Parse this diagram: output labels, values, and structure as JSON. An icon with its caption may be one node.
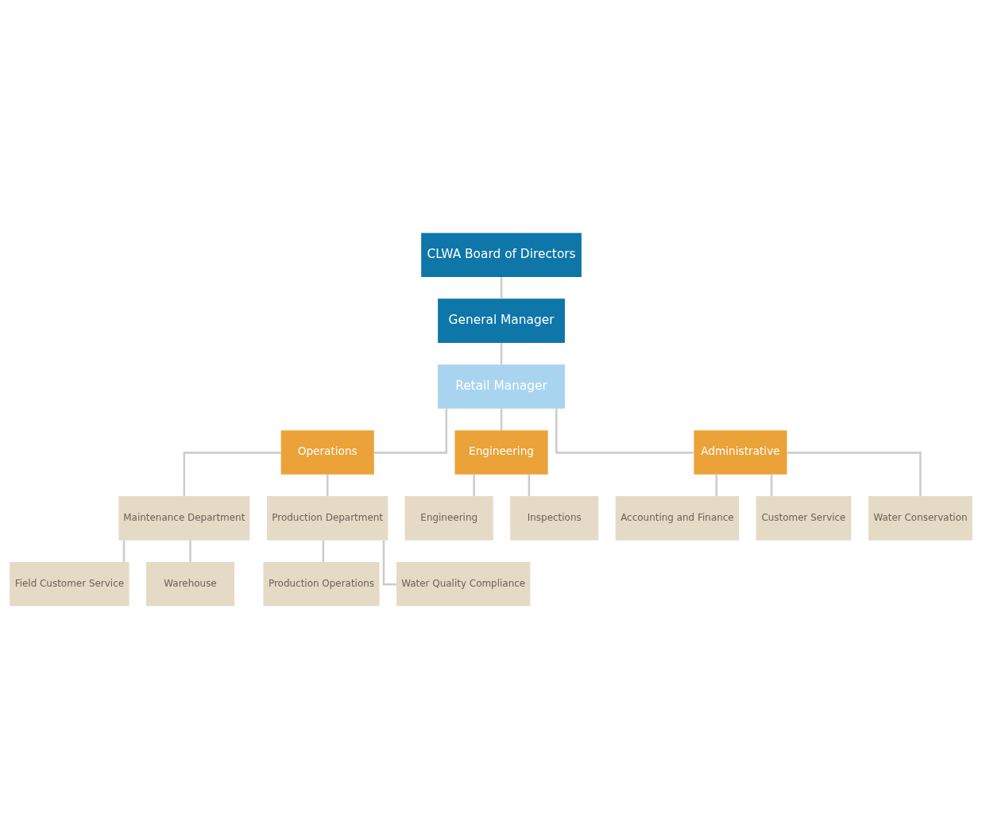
{
  "diagram": {
    "nodes": [
      {
        "text": [
          "CLWA Board of Directors"
        ]
      },
      {
        "text": [
          "General Manager"
        ]
      },
      {
        "text": [
          "Retail Manager"
        ]
      },
      {
        "text": [
          "Operations"
        ]
      },
      {
        "text": [
          "Engineering"
        ]
      },
      {
        "text": [
          "Administrative"
        ]
      },
      {
        "text": [
          "Maintenance Department"
        ]
      },
      {
        "text": [
          "Production Department"
        ]
      },
      {
        "text": [
          "Engineering"
        ]
      },
      {
        "text": [
          "Accounting and Finance"
        ]
      },
      {
        "text": [
          "Field Customer Service"
        ]
      },
      {
        "text": [
          "Production Operations"
        ]
      },
      {
        "text": [
          "Inspections"
        ]
      },
      {
        "text": [
          "Customer Service"
        ]
      },
      {
        "text": [
          "Warehouse"
        ]
      },
      {
        "text": [
          "Water Quality Compliance"
        ]
      },
      {
        "text": [
          "Water Conservation"
        ]
      }
    ],
    "edges": [
      {
        "from": 0,
        "to": 1,
        "arrow": "none"
      },
      {
        "from": 1,
        "to": 2,
        "arrow": "none"
      },
      {
        "from": 2,
        "to": 3,
        "arrow": "none"
      },
      {
        "from": 2,
        "to": 4,
        "arrow": "none"
      },
      {
        "from": 2,
        "to": 5,
        "arrow": "none"
      },
      {
        "from": 3,
        "to": 6,
        "arrow": "none"
      },
      {
        "from": 3,
        "to": 7,
        "arrow": "none"
      },
      {
        "from": 6,
        "to": 10,
        "arrow": "none"
      },
      {
        "from": 6,
        "to": 14,
        "arrow": "none"
      },
      {
        "from": 7,
        "to": 11,
        "arrow": "none"
      },
      {
        "from": 7,
        "to": 15,
        "arrow": "none"
      },
      {
        "from": 4,
        "to": 8,
        "arrow": "none"
      },
      {
        "from": 4,
        "to": 12,
        "arrow": "none"
      },
      {
        "from": 5,
        "to": 9,
        "arrow": "none"
      },
      {
        "from": 5,
        "to": 13,
        "arrow": "none"
      },
      {
        "from": 5,
        "to": 16,
        "arrow": "none"
      }
    ]
  }
}
